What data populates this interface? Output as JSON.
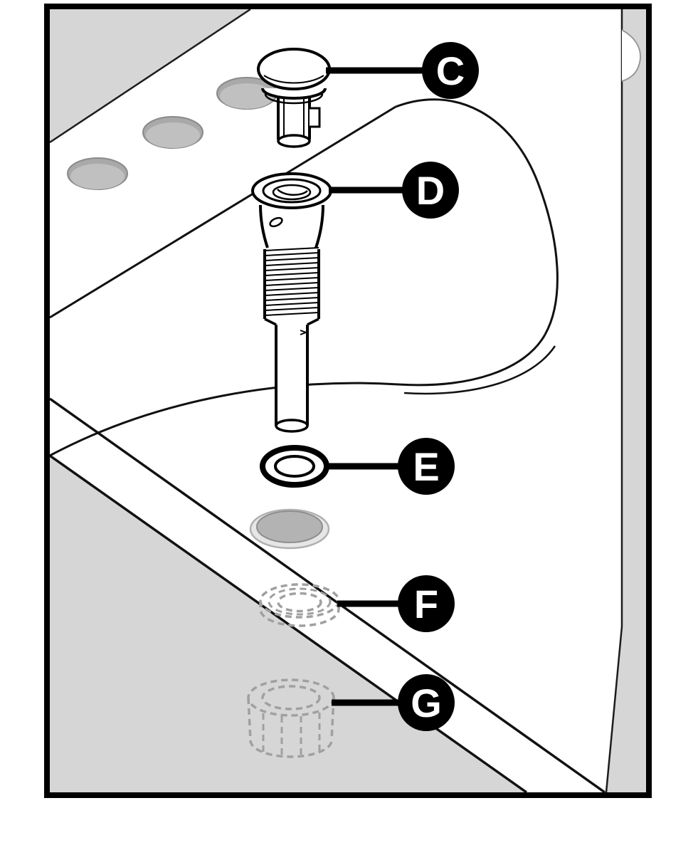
{
  "diagram": {
    "callouts": [
      {
        "label": "C",
        "part": "pop-up-stopper"
      },
      {
        "label": "D",
        "part": "drain-flange-tailpiece"
      },
      {
        "label": "E",
        "part": "washer-ring"
      },
      {
        "label": "F",
        "part": "gasket-hidden"
      },
      {
        "label": "G",
        "part": "locknut-hidden"
      }
    ],
    "colors": {
      "line": "#000000",
      "background": "#ffffff",
      "shadow_gray": "#d6d6d6",
      "hole_gray": "#b3b3b3",
      "hole_rim_gray": "#8e8e8e",
      "hidden_dash_gray": "#a0a0a0",
      "badge_fill": "#000000",
      "badge_text": "#ffffff"
    }
  }
}
